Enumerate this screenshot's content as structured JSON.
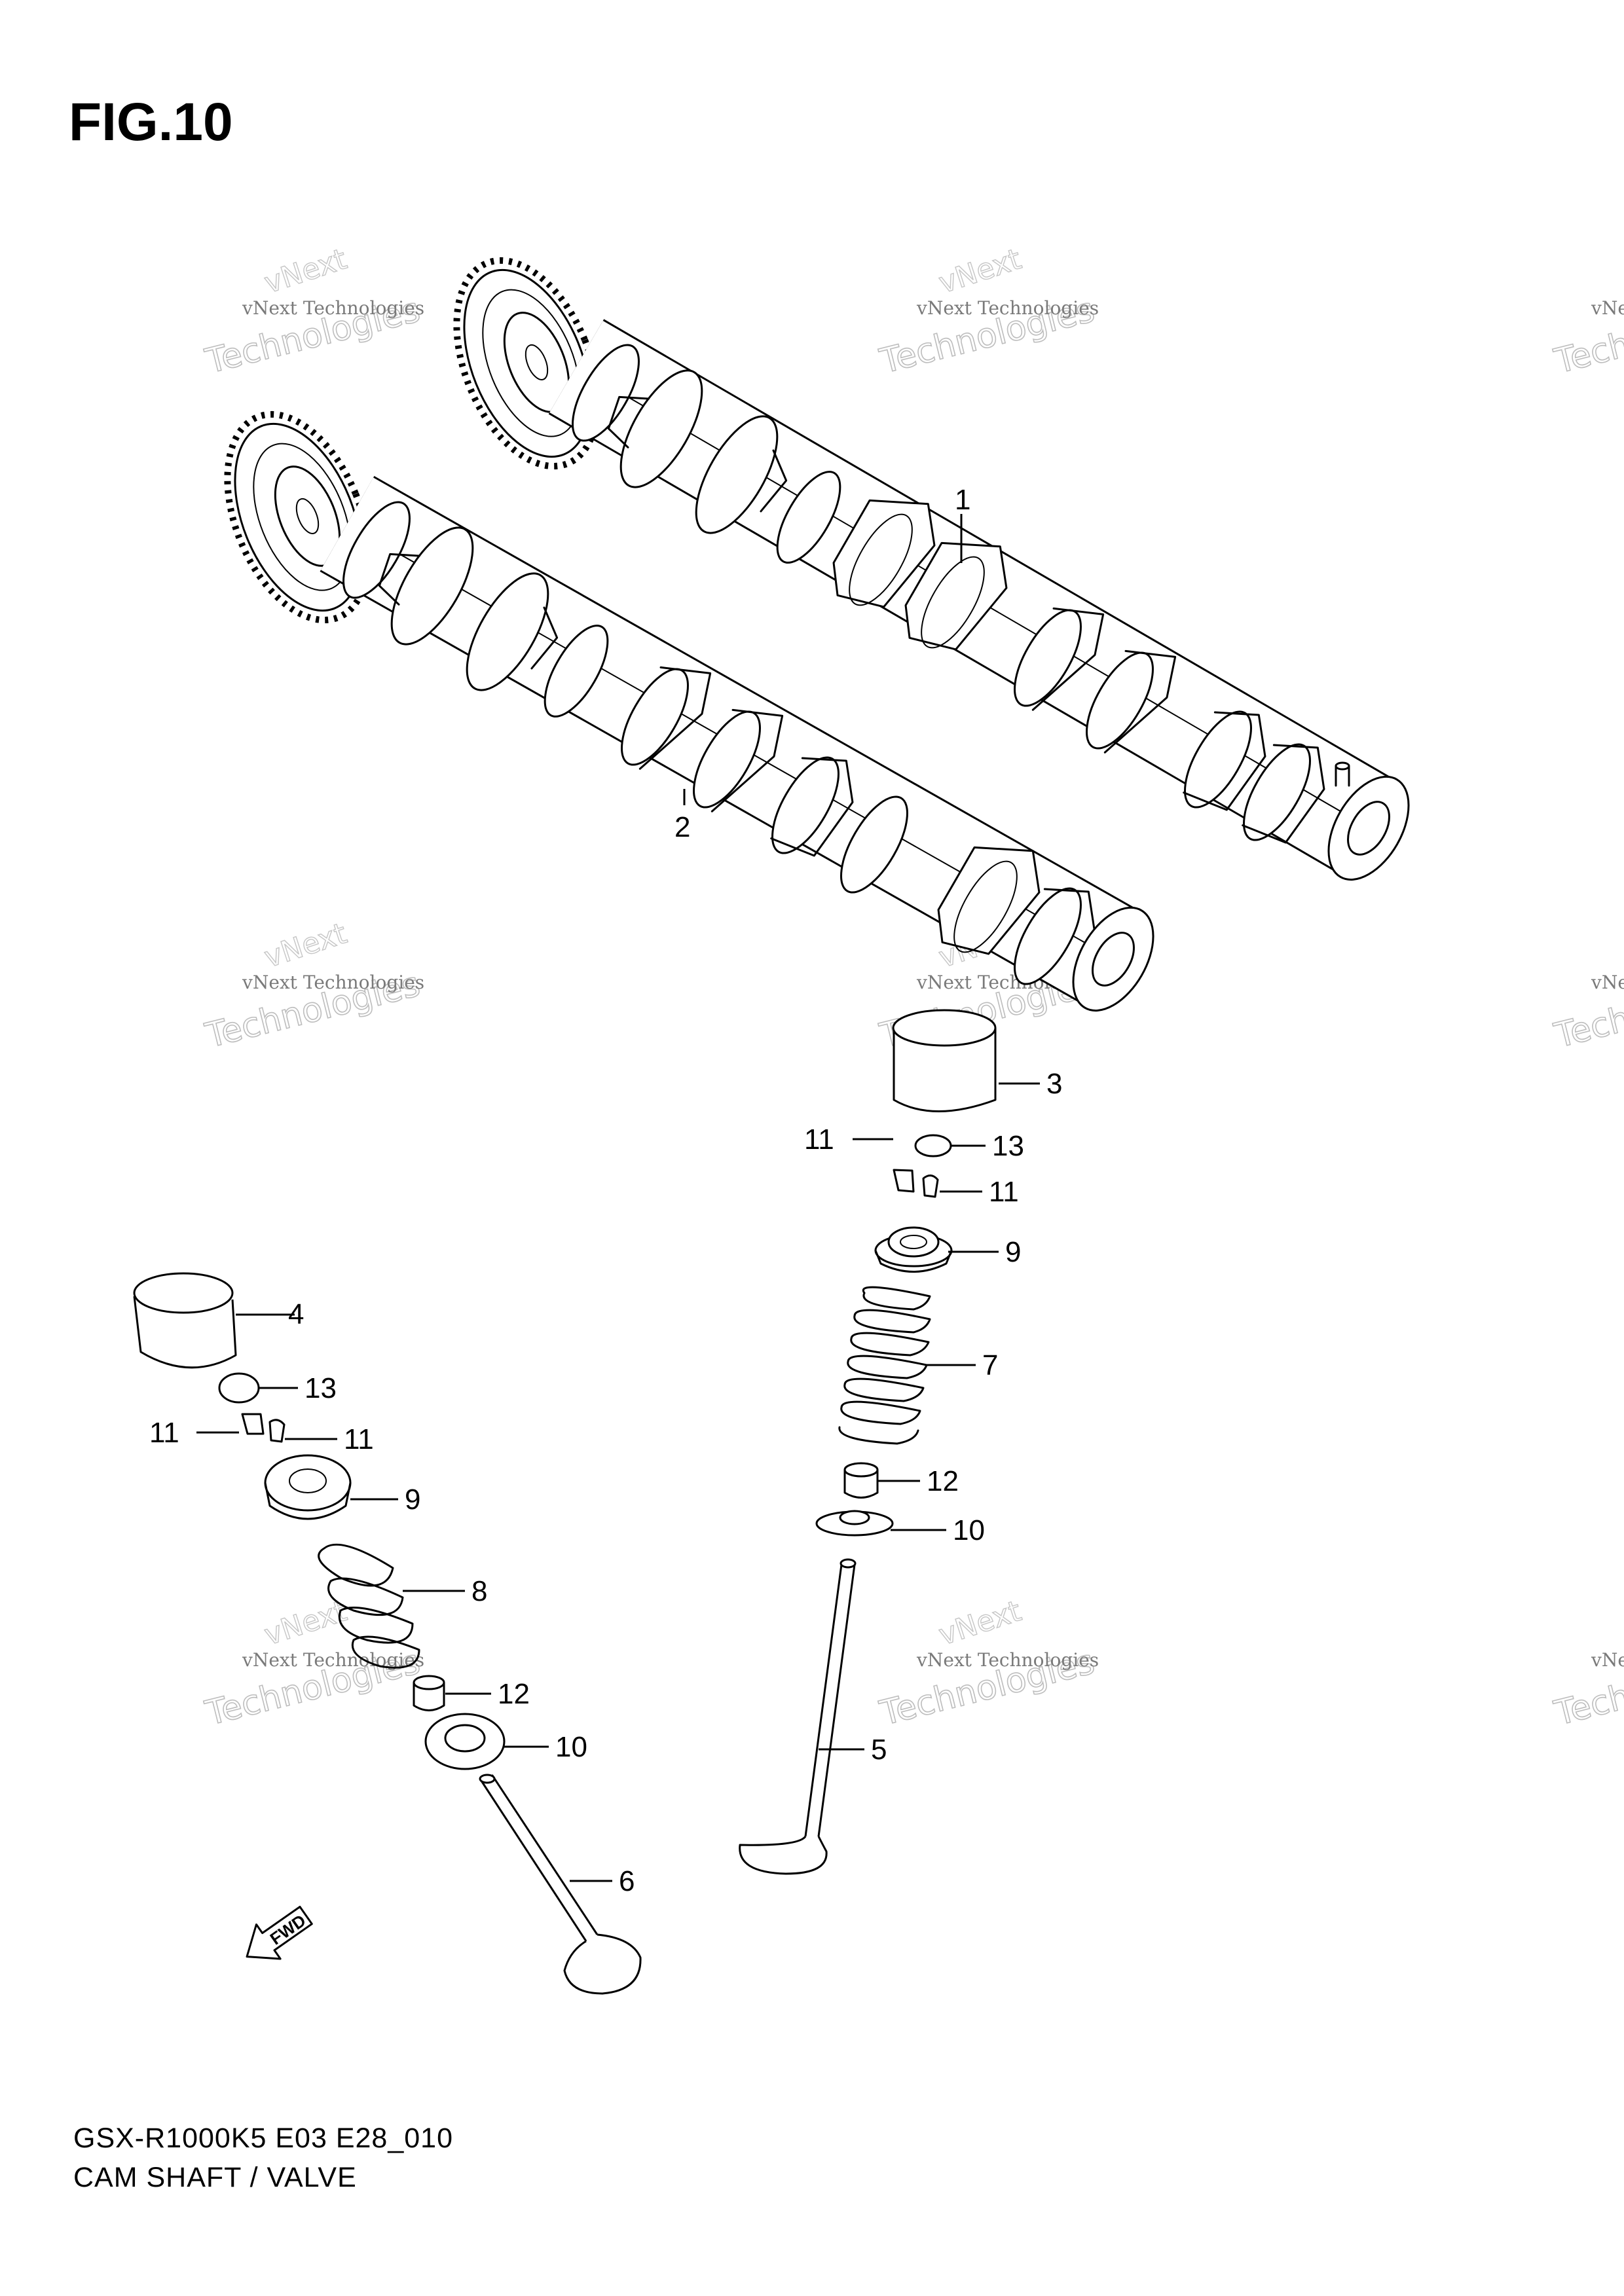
{
  "figure": {
    "title": "FIG.10",
    "model_code": "GSX-R1000K5 E03 E28_010",
    "caption": "CAM SHAFT / VALVE"
  },
  "watermark": {
    "company": "vNext Technologies",
    "brand_top": "vNext",
    "brand_bottom": "Technologies"
  },
  "fwd_label": "FWD",
  "callouts": [
    {
      "id": "c1",
      "number": "1"
    },
    {
      "id": "c2",
      "number": "2"
    },
    {
      "id": "c3",
      "number": "3"
    },
    {
      "id": "c4",
      "number": "4"
    },
    {
      "id": "c5",
      "number": "5"
    },
    {
      "id": "c6",
      "number": "6"
    },
    {
      "id": "c7",
      "number": "7"
    },
    {
      "id": "c8",
      "number": "8"
    },
    {
      "id": "c9r",
      "number": "9"
    },
    {
      "id": "c9l",
      "number": "9"
    },
    {
      "id": "c10r",
      "number": "10"
    },
    {
      "id": "c10l",
      "number": "10"
    },
    {
      "id": "c11ra",
      "number": "11"
    },
    {
      "id": "c11rb",
      "number": "11"
    },
    {
      "id": "c11la",
      "number": "11"
    },
    {
      "id": "c11lb",
      "number": "11"
    },
    {
      "id": "c12r",
      "number": "12"
    },
    {
      "id": "c12l",
      "number": "12"
    },
    {
      "id": "c13r",
      "number": "13"
    },
    {
      "id": "c13l",
      "number": "13"
    }
  ]
}
